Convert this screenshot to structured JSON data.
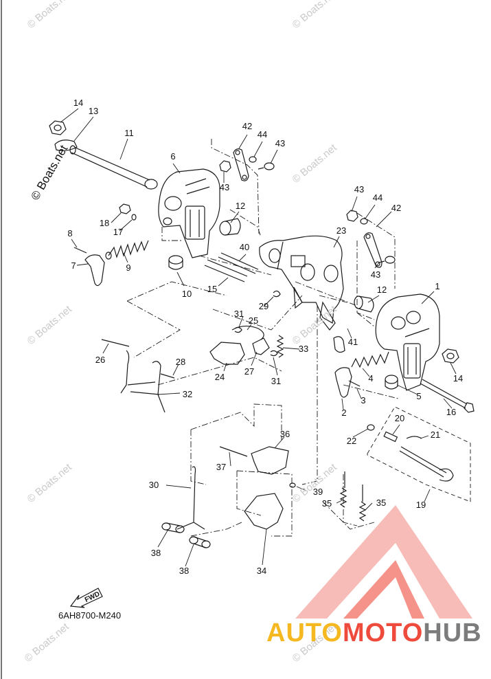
{
  "diagram": {
    "part_code": "6AH8700-M240",
    "fwd_label": "FWD",
    "callouts": [
      "1",
      "2",
      "3",
      "4",
      "5",
      "6",
      "7",
      "8",
      "9",
      "10",
      "11",
      "12",
      "12",
      "13",
      "14",
      "14",
      "15",
      "16",
      "17",
      "18",
      "19",
      "20",
      "21",
      "22",
      "23",
      "24",
      "25",
      "26",
      "27",
      "28",
      "29",
      "30",
      "31",
      "31",
      "32",
      "33",
      "34",
      "35",
      "35",
      "36",
      "37",
      "38",
      "38",
      "39",
      "40",
      "41",
      "42",
      "42",
      "43",
      "43",
      "43",
      "43",
      "44",
      "44"
    ],
    "watermark": "© Boats.net",
    "brand": {
      "part1": "AUTO",
      "part2": "MOTO",
      "part3": "HUB"
    },
    "colors": {
      "line": "#1a1a1a",
      "watermark": "#c9c9c9",
      "logo_red": "#ef4b3c",
      "logo_pink": "#f4a6a0",
      "logo_yellow": "#f5b820",
      "logo_gray": "#7c7c7c"
    }
  }
}
